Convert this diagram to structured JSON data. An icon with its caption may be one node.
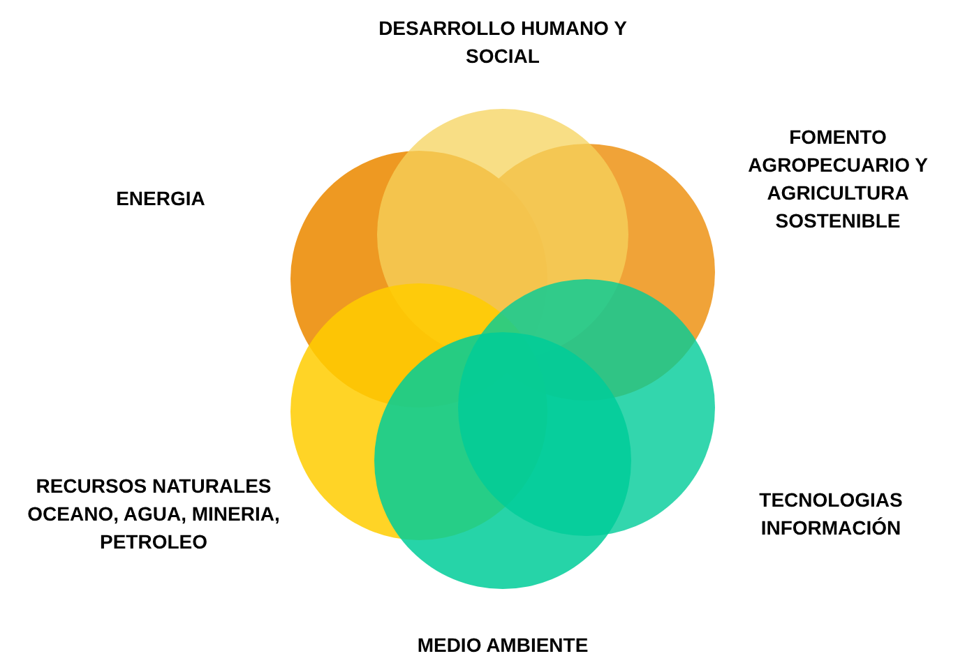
{
  "diagram": {
    "nodes": [
      {
        "text": [
          "DESARROLLO HUMANO Y SOCIAL"
        ]
      },
      {
        "text": [
          "ENERGIA"
        ]
      },
      {
        "text": [
          "FOMENTO AGROPECUARIO Y AGRICULTURA SOSTENIBLE"
        ]
      },
      {
        "text": [
          "RECURSOS NATURALES OCEANO, AGUA, MINERIA, PETROLEO"
        ]
      },
      {
        "text": [
          "TECNOLOGIAS INFORMACIÓN"
        ]
      },
      {
        "text": [
          "MEDIO AMBIENTE"
        ]
      }
    ]
  }
}
